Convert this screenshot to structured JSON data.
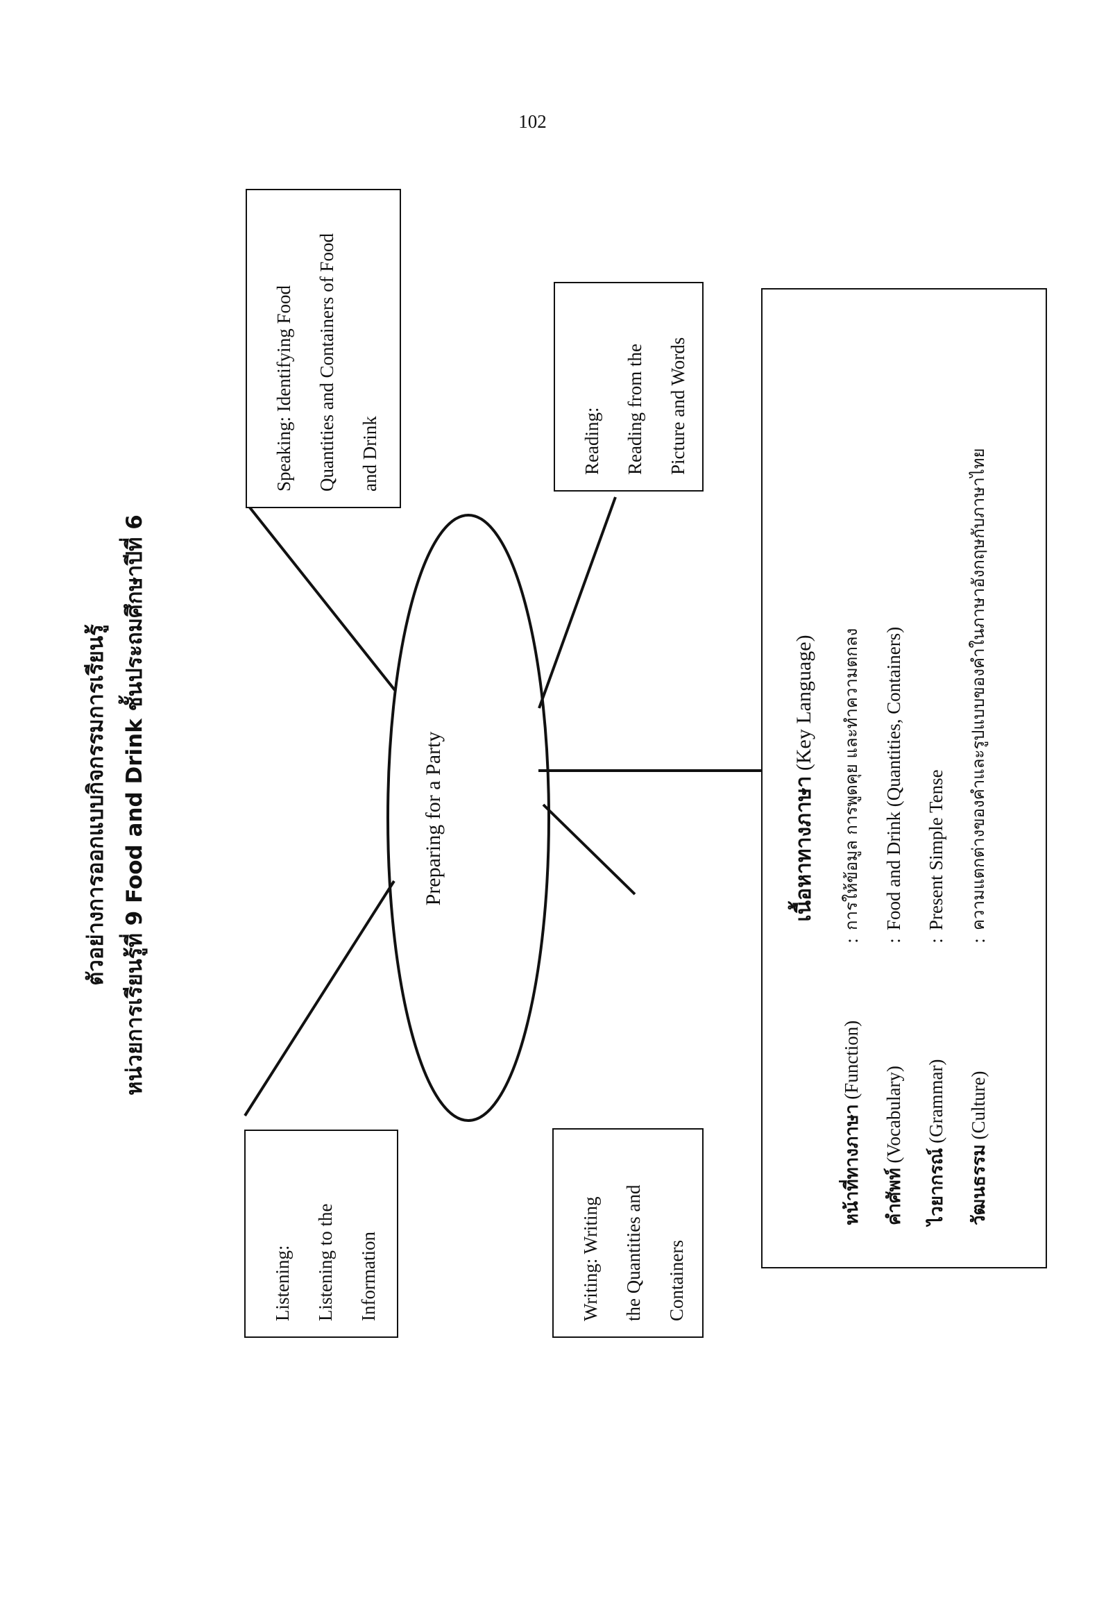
{
  "page_number": "102",
  "title_line1": "ตัวอย่างการออกแบบกิจกรรมการเรียนรู้",
  "title_line2": "หน่วยการเรียนรู้ที่ 9  Food  and  Drink  ชั้นประถมศึกษาปีที่ 6",
  "hub": "Preparing for a Party",
  "nodes": {
    "listening": {
      "heading": "Listening:",
      "body": "Listening to the Information"
    },
    "speaking": {
      "heading": "Speaking: Identifying Food",
      "body": "Quantities and Containers of Food and Drink"
    },
    "writing": {
      "heading": "Writing: Writing",
      "body": "the Quantities and Containers"
    },
    "reading": {
      "heading": "Reading:",
      "body": "Reading from the Picture and Words"
    }
  },
  "key_language": {
    "title_th": "เนื้อหาทางภาษา",
    "title_en": "(Key Language)",
    "rows": [
      {
        "label_th": "หน้าที่ทางภาษา",
        "label_en": "(Function)",
        "value": "การให้ข้อมูล การพูดคุย และทำความตกลง"
      },
      {
        "label_th": "คำศัพท์",
        "label_en": "(Vocabulary)",
        "value": "Food and Drink (Quantities, Containers)"
      },
      {
        "label_th": "ไวยากรณ์",
        "label_en": "(Grammar)",
        "value": "Present Simple Tense"
      },
      {
        "label_th": "วัฒนธรรม",
        "label_en": "(Culture)",
        "value": "ความแตกต่างของคำและรูปแบบของคำในภาษาอังกฤษกับภาษาไทย"
      }
    ],
    "separator": ":"
  },
  "colors": {
    "ink": "#111111",
    "paper": "#ffffff"
  }
}
